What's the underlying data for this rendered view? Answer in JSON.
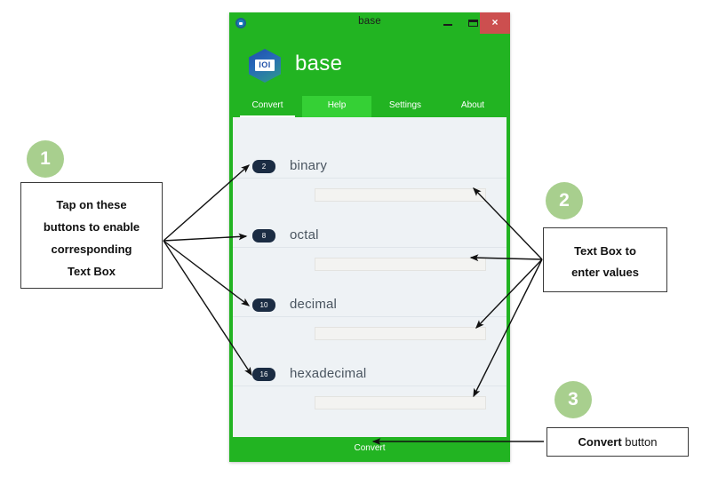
{
  "window": {
    "title": "base",
    "system_icon": "app-system-icon",
    "controls": {
      "minimize": "minimize-icon",
      "maximize": "maximize-icon",
      "close_label": "×"
    }
  },
  "header": {
    "app_name": "base",
    "logo_icon": "hexagon-chip-logo-icon",
    "logo_chip_text": "IOI"
  },
  "tabs": [
    {
      "label": "Convert",
      "state": "active"
    },
    {
      "label": "Help",
      "state": "hovered"
    },
    {
      "label": "Settings",
      "state": "normal"
    },
    {
      "label": "About",
      "state": "normal"
    }
  ],
  "rows": [
    {
      "badge": "2",
      "label": "binary",
      "value": "",
      "placeholder": ""
    },
    {
      "badge": "8",
      "label": "octal",
      "value": "",
      "placeholder": ""
    },
    {
      "badge": "10",
      "label": "decimal",
      "value": "",
      "placeholder": ""
    },
    {
      "badge": "16",
      "label": "hexadecimal",
      "value": "",
      "placeholder": ""
    }
  ],
  "footer": {
    "convert_label": "Convert"
  },
  "annotations": [
    {
      "number": "1",
      "text_lines": [
        "Tap on these",
        "buttons to enable",
        "corresponding",
        "Text Box"
      ],
      "text": "Tap on these buttons to enable corresponding Text Box"
    },
    {
      "number": "2",
      "text_lines": [
        "Text Box to",
        "enter values"
      ],
      "text": "Text Box to enter values"
    },
    {
      "number": "3",
      "text_lines": [
        "Convert button"
      ],
      "text_bold": "Convert",
      "text_rest": " button"
    }
  ],
  "colors": {
    "window_green": "#22b422",
    "tab_hover_green": "#35d035",
    "content_bg": "#eef2f5",
    "badge_navy": "#1b2c43",
    "callout_green": "#a8cf8e",
    "close_red": "#cc4f4f",
    "label_grey": "#4a5560"
  }
}
